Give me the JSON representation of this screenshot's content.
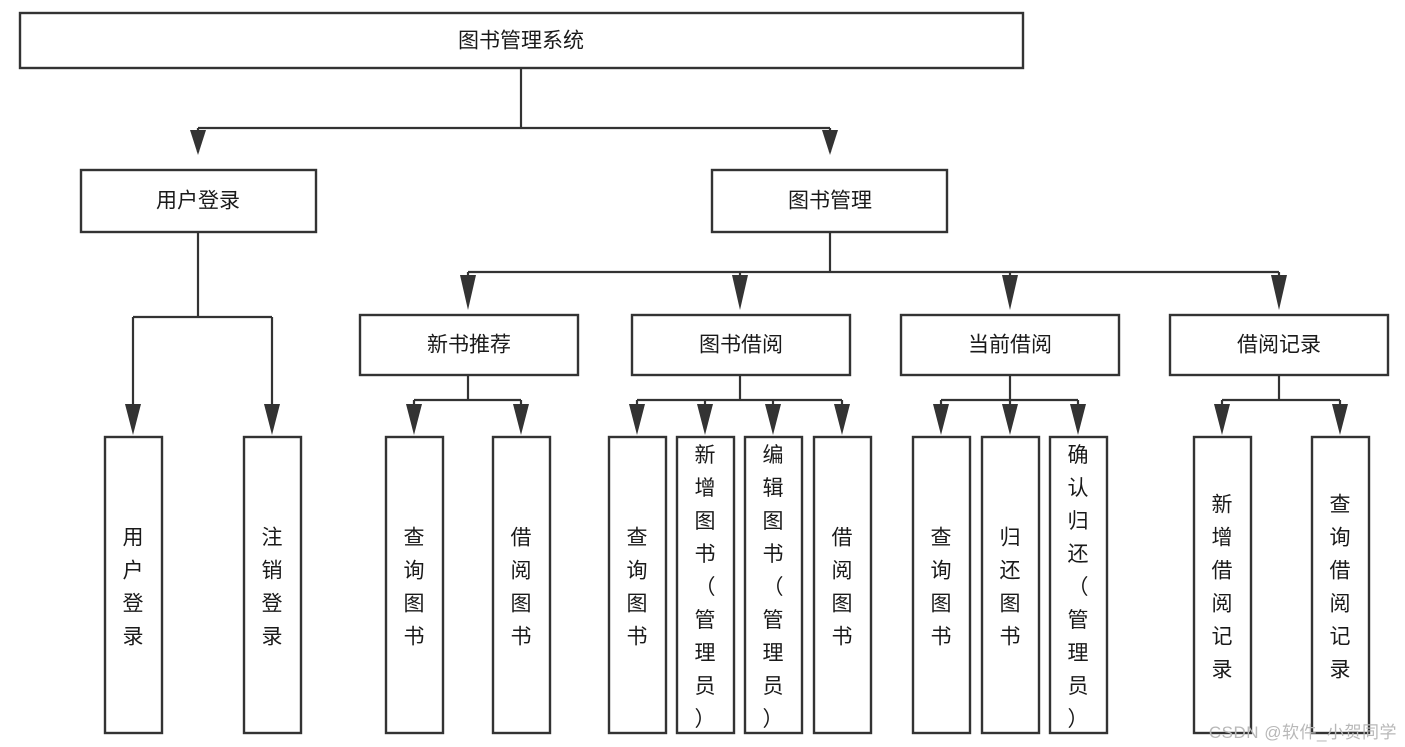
{
  "diagram": {
    "type": "tree",
    "title": "图书管理系统",
    "root": {
      "label": "图书管理系统"
    },
    "level2": [
      {
        "label": "用户登录"
      },
      {
        "label": "图书管理"
      }
    ],
    "level3": [
      {
        "label": "新书推荐"
      },
      {
        "label": "图书借阅"
      },
      {
        "label": "当前借阅"
      },
      {
        "label": "借阅记录"
      }
    ],
    "leaves": {
      "user_login": [
        "用户登录",
        "注销登录"
      ],
      "new_book_recommend": [
        "查询图书",
        "借阅图书"
      ],
      "book_borrow": [
        "查询图书",
        "新增图书（管理员）",
        "编辑图书（管理员）",
        "借阅图书"
      ],
      "current_borrow": [
        "查询图书",
        "归还图书",
        "确认归还（管理员）"
      ],
      "borrow_record": [
        "新增借阅记录",
        "查询借阅记录"
      ]
    }
  },
  "watermark": {
    "text": "CSDN @软件_小贺同学"
  },
  "colors": {
    "box_stroke": "#333333",
    "box_fill": "#ffffff",
    "edge": "#333333",
    "text": "#1a1a1a",
    "watermark": "#b8b8b8",
    "background": "#ffffff"
  }
}
